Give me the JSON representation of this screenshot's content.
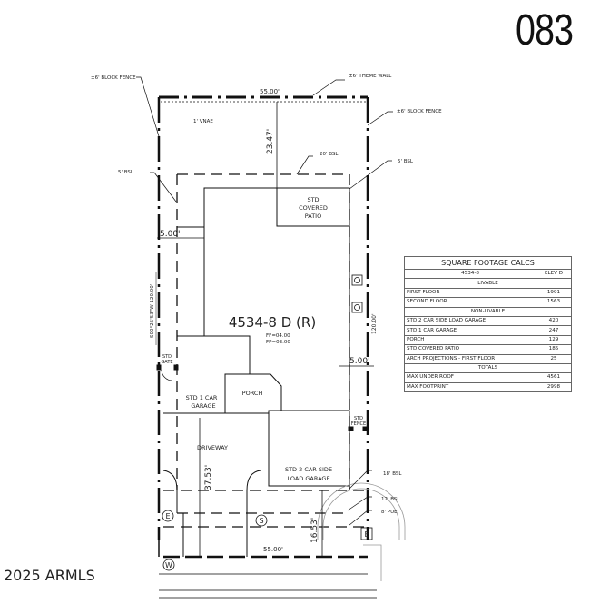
{
  "sheet_number": "083",
  "copyright": "2025 ARMLS",
  "plan": {
    "plan_id": "4534-8 D (R)",
    "ff": "FF=04.00",
    "fp": "FP=03.00"
  },
  "callouts": {
    "block_fence_left": "±6' BLOCK FENCE",
    "theme_wall": "±6' THEME WALL",
    "block_fence_right": "±6' BLOCK FENCE",
    "vnae": "1' VNAE",
    "bsl_20": "20' BSL",
    "bsl_5_left": "5' BSL",
    "bsl_5_right": "5' BSL",
    "bsl_18": "18' BSL",
    "bsl_12": "12' BSL",
    "pue_8": "8' PUE",
    "std_gate_1": "STD",
    "std_gate_2": "GATE",
    "std_fence_1": "STD",
    "std_fence_2": "FENCE"
  },
  "dimensions": {
    "top_width": "55.00'",
    "bottom_width": "55.00'",
    "front_setback": "23.47'",
    "left_side": "5.00'",
    "right_side": "5.00'",
    "bearing_depth": "S00°25'53\"W 120.00'",
    "right_depth": "120.00'",
    "driveway_len": "37.53'",
    "garage_setback": "16.53'"
  },
  "rooms": {
    "patio_1": "STD",
    "patio_2": "COVERED",
    "patio_3": "PATIO",
    "garage1_1": "STD 1 CAR",
    "garage1_2": "GARAGE",
    "porch": "PORCH",
    "driveway": "DRIVEWAY",
    "garage2_1": "STD 2 CAR SIDE",
    "garage2_2": "LOAD GARAGE"
  },
  "utilities": {
    "electric": "E",
    "sewer": "S",
    "water": "W",
    "box": "E"
  },
  "sqft_table": {
    "title": "SQUARE FOOTAGE CALCS",
    "plan_col": "4534-8",
    "elev_col": "ELEV D",
    "livable_header": "LIVABLE",
    "livable": [
      {
        "label": "FIRST FLOOR",
        "value": "1991"
      },
      {
        "label": "SECOND FLOOR",
        "value": "1563"
      }
    ],
    "nonlivable_header": "NON-LIVABLE",
    "nonlivable": [
      {
        "label": "STD 2 CAR SIDE LOAD GARAGE",
        "value": "420"
      },
      {
        "label": "STD 1 CAR GARAGE",
        "value": "247"
      },
      {
        "label": "PORCH",
        "value": "129"
      },
      {
        "label": "STD COVERED PATIO",
        "value": "185"
      },
      {
        "label": "ARCH PROJECTIONS - FIRST FLOOR",
        "value": "25"
      }
    ],
    "totals_header": "TOTALS",
    "totals": [
      {
        "label": "MAX UNDER ROOF",
        "value": "4561"
      },
      {
        "label": "MAX FOOTPRINT",
        "value": "2998"
      }
    ]
  }
}
